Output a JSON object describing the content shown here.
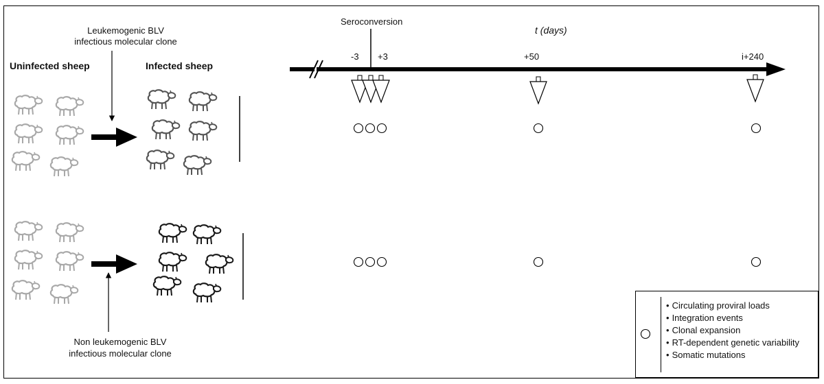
{
  "top_clone_label": [
    "Leukemogenic BLV",
    "infectious molecular clone"
  ],
  "bottom_clone_label": [
    "Non leukemogenic BLV",
    "infectious molecular clone"
  ],
  "uninfected_label": "Uninfected sheep",
  "infected_label": "Infected sheep",
  "timeline": {
    "event_label": "Seroconversion",
    "axis_label": "t (days)",
    "ticks": [
      "-3",
      "+3",
      "+50",
      "i+240"
    ]
  },
  "legend": {
    "items": [
      "Circulating proviral loads",
      "Integration events",
      "Clonal expansion",
      "RT-dependent genetic variability",
      "Somatic mutations"
    ]
  },
  "colors": {
    "uninfected_sheep": "#a8a8a8",
    "infected_light": "#555555",
    "infected_dark": "#1a1a1a"
  }
}
